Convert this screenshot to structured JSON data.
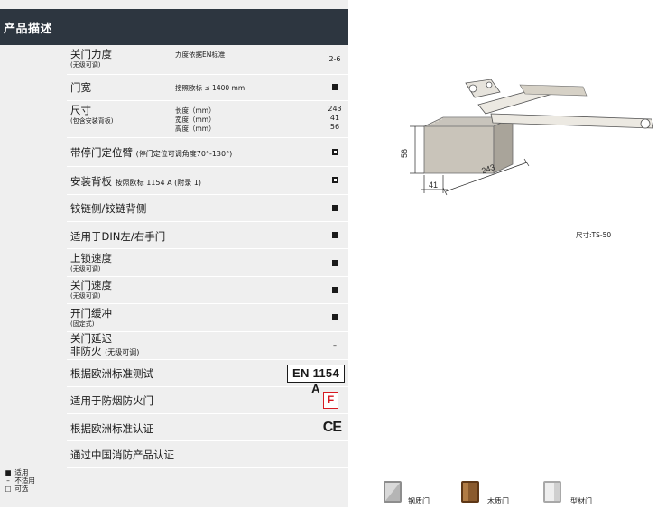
{
  "header": {
    "title": "产品描述"
  },
  "rows": [
    {
      "main": "关门力度",
      "sub": "(无级可调)",
      "detail": "力度依据EN标准",
      "value": "2-6"
    },
    {
      "main": "门宽",
      "detail": "按照欧标    ≤ 1400 mm",
      "symbol": "filled"
    },
    {
      "main": "尺寸",
      "sub": "(包含安装背板)",
      "detail_lines": [
        "长度（mm）",
        "宽度（mm）",
        "高度（mm）"
      ],
      "value_lines": [
        "243",
        "41",
        "56"
      ]
    },
    {
      "main": "带停门定位臂",
      "inline": "(停门定位可调角度70°-130°)",
      "symbol": "open"
    },
    {
      "main": "安装背板",
      "inline": "按照欧标 1154 A (附录 1)",
      "symbol": "open"
    },
    {
      "main": "铰链侧/铰链背侧",
      "symbol": "filled"
    },
    {
      "main": "适用于DIN左/右手门",
      "symbol": "filled"
    },
    {
      "main": "上锁速度",
      "sub": "(无级可调)",
      "symbol": "filled"
    },
    {
      "main": "关门速度",
      "sub": "(无级可调)",
      "symbol": "filled"
    },
    {
      "main": "开门缓冲",
      "sub": "(固定式)",
      "symbol": "filled"
    },
    {
      "main": "关门延迟",
      "main2": "非防火",
      "inline2": "(无级可调)",
      "value": "–"
    },
    {
      "main": "根据欧洲标准测试",
      "badge": "EN 1154 A"
    },
    {
      "main": "适用于防烟防火门",
      "badge": "F"
    },
    {
      "main": "根据欧洲标准认证",
      "badge": "CE"
    },
    {
      "main": "通过中国消防产品认证"
    }
  ],
  "legend": [
    {
      "symbol": "■",
      "label": "适用"
    },
    {
      "symbol": "–",
      "label": "不适用"
    },
    {
      "symbol": "□",
      "label": "可选"
    }
  ],
  "drawing": {
    "height": "56",
    "width": "41",
    "length": "243"
  },
  "dimension_caption": "尺寸:TS-50",
  "doors": [
    {
      "icon": "steel-door-icon",
      "label": "钢质门",
      "color": "#9a9a9a"
    },
    {
      "icon": "wood-door-icon",
      "label": "木质门",
      "color": "#7a4a22"
    },
    {
      "icon": "profile-door-icon",
      "label": "型材门",
      "color": "#c8c8c8"
    }
  ]
}
